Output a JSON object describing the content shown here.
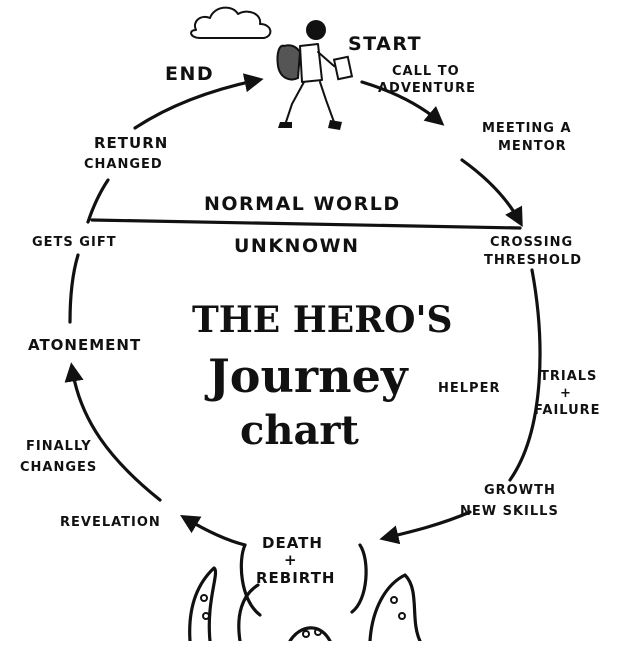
{
  "title": {
    "line1": "THE HERO'S",
    "line2": "Journey",
    "line3": "chart"
  },
  "divider": {
    "above": "NORMAL WORLD",
    "below": "UNKNOWN"
  },
  "stages": {
    "start": "START",
    "end": "END",
    "call_line1": "CALL TO",
    "call_line2": "ADVENTURE",
    "mentor_line1": "MEETING A",
    "mentor_line2": "MENTOR",
    "crossing_line1": "CROSSING",
    "crossing_line2": "THRESHOLD",
    "helper": "HELPER",
    "trials_line1": "TRIALS",
    "trials_line2": "+",
    "trials_line3": "FAILURE",
    "growth_line1": "GROWTH",
    "growth_line2": "NEW SKILLS",
    "death_line1": "DEATH",
    "death_line2": "+",
    "death_line3": "REBIRTH",
    "revelation": "REVELATION",
    "changes_line1": "FINALLY",
    "changes_line2": "CHANGES",
    "atonement": "ATONEMENT",
    "gift": "GETS GIFT",
    "return_line1": "RETURN",
    "return_line2": "CHANGED"
  },
  "icons": [
    "cloud-icon",
    "hiker-icon",
    "tentacles-icon"
  ]
}
